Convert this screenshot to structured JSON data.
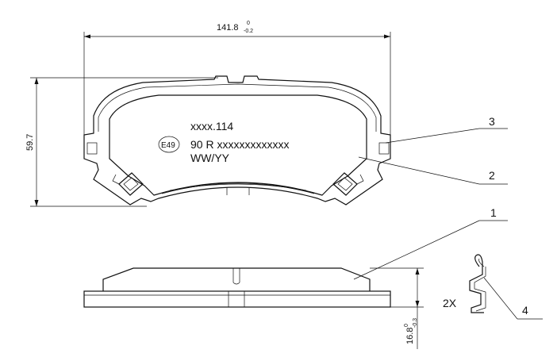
{
  "drawing": {
    "dimensions": {
      "width": {
        "nominal": "141.8",
        "tol_upper": "0",
        "tol_lower": "-0.2"
      },
      "height": {
        "nominal": "59.7"
      },
      "thickness": {
        "nominal": "16.8",
        "tol_upper": "0",
        "tol_lower": "-0.3"
      }
    },
    "marking": {
      "line1": "xxxx.114",
      "emark": "E49",
      "line2": "90 R xxxxxxxxxxxxx",
      "line3": "WW/YY"
    },
    "callouts": [
      {
        "id": "callout-1",
        "label": "1"
      },
      {
        "id": "callout-2",
        "label": "2"
      },
      {
        "id": "callout-3",
        "label": "3"
      },
      {
        "id": "callout-4",
        "label": "4"
      }
    ],
    "clip_quantity": "2X"
  }
}
